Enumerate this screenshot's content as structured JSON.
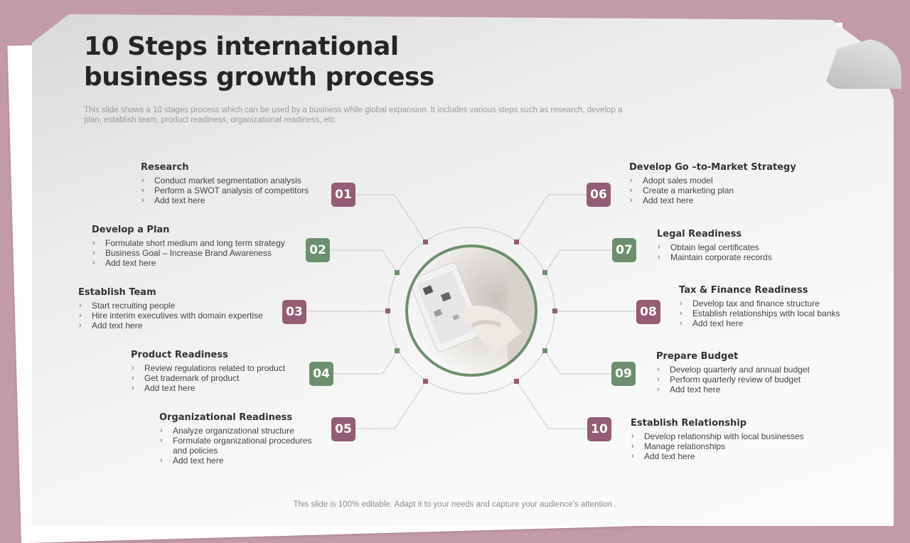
{
  "title": "10 Steps international business growth process",
  "subtitle": "This slide shows a 10 stages process which can be used by a business while global expansion. It includes various steps such as research, develop a plan, establish team, product readiness, organizational readiness, etc.",
  "footer": "This slide is 100% editable. Adapt it to your needs and capture your audience's attention .",
  "colors": {
    "mauve": "#955d73",
    "green": "#6d8f6d",
    "background": "#c39ba6"
  },
  "photo": {
    "description_icon": "tablet-hands-photo"
  },
  "steps": [
    {
      "num": "01",
      "heading": "Research",
      "items": [
        "Conduct market segmentation analysis",
        "Perform a SWOT analysis of competitors",
        "Add text here"
      ]
    },
    {
      "num": "02",
      "heading": "Develop a Plan",
      "items": [
        "Formulate short medium and long term strategy",
        "Business Goal – Increase Brand Awareness",
        "Add text here"
      ]
    },
    {
      "num": "03",
      "heading": "Establish Team",
      "items": [
        "Start recruiting people",
        "Hire interim executives with domain expertise",
        "Add text here"
      ]
    },
    {
      "num": "04",
      "heading": "Product Readiness",
      "items": [
        "Review regulations related to product",
        "Get trademark of product",
        "Add text here"
      ]
    },
    {
      "num": "05",
      "heading": "Organizational Readiness",
      "items": [
        "Analyze  organizational structure",
        "Formulate organizational procedures and policies",
        "Add text here"
      ]
    },
    {
      "num": "06",
      "heading": "Develop Go –to-Market Strategy",
      "items": [
        "Adopt sales model",
        "Create a marketing plan",
        "Add text here"
      ]
    },
    {
      "num": "07",
      "heading": "Legal Readiness",
      "items": [
        "Obtain legal  certificates",
        " Maintain corporate records"
      ]
    },
    {
      "num": "08",
      "heading": "Tax & Finance Readiness",
      "items": [
        "Develop tax  and finance structure",
        "Establish relationships with local banks",
        "Add text here"
      ]
    },
    {
      "num": "09",
      "heading": "Prepare Budget",
      "items": [
        "Develop quarterly and annual budget",
        "Perform quarterly review of budget",
        "Add text here"
      ]
    },
    {
      "num": "10",
      "heading": "Establish Relationship",
      "items": [
        "Develop relationship with local businesses",
        "Manage relationships",
        "Add text here"
      ]
    }
  ]
}
